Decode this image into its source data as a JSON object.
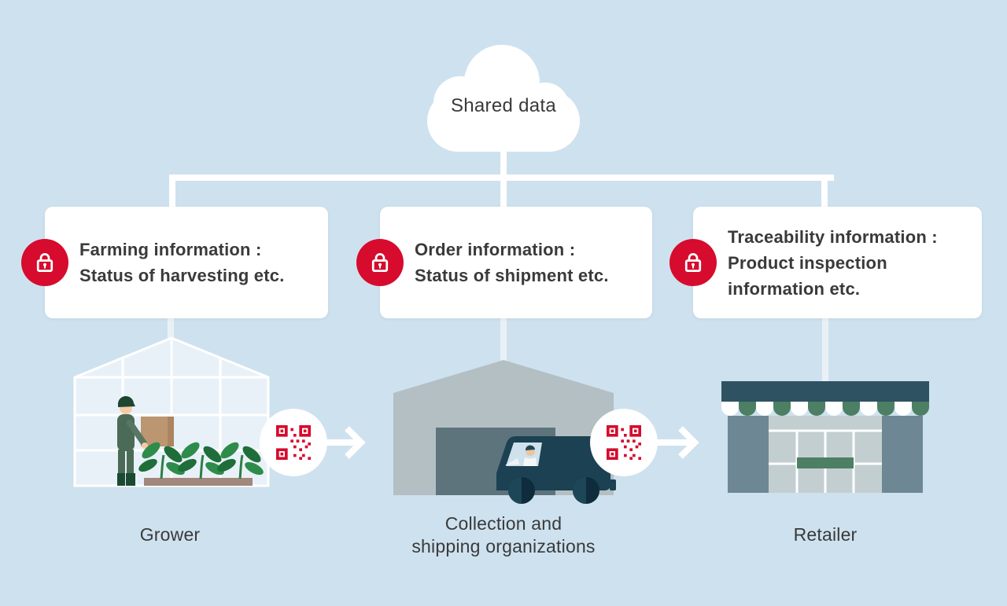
{
  "palette": {
    "background": "#cee1ee",
    "card_bg": "#ffffff",
    "accent_red": "#d60b2d",
    "text_dark": "#3a3a3a",
    "connector_white": "#ffffff",
    "greenhouse_glass": "#e9f1f8",
    "farmer_green": "#4b6b57",
    "boot_green": "#1b4a33",
    "leaf_light": "#2e8c4a",
    "leaf_dark": "#1f6e3a",
    "soil_brown": "#a1877c",
    "box_tan": "#bb9671",
    "warehouse_gray": "#b3bfc2",
    "warehouse_door": "#5e747c",
    "van_teal": "#1b4152",
    "store_band_teal": "#2e5261",
    "awning_green": "#4c7f63",
    "pillar_gray": "#6d8894",
    "facade_gray": "#c3ced1"
  },
  "cloud": {
    "label": "Shared data",
    "icon": "cloud-shape"
  },
  "cards": [
    {
      "icon": "lock-icon",
      "text": "Farming information :\nStatus of harvesting etc."
    },
    {
      "icon": "lock-icon",
      "text": "Order information :\nStatus of shipment etc."
    },
    {
      "icon": "lock-icon",
      "text": "Traceability information :\nProduct inspection\ninformation etc."
    }
  ],
  "flow": [
    {
      "label": "Grower",
      "illustration": "greenhouse-grower"
    },
    {
      "label": "Collection and\nshipping organizations",
      "illustration": "warehouse-van"
    },
    {
      "label": "Retailer",
      "illustration": "storefront"
    }
  ],
  "connectors": {
    "qr_icon": "qr-code-icon",
    "arrow_icon": "arrow-right-icon"
  }
}
